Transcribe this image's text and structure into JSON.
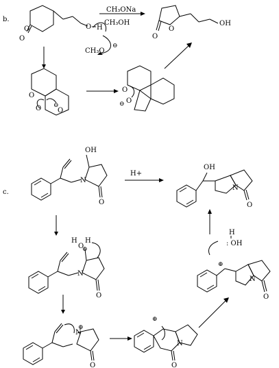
{
  "section_b": {
    "label": "b.",
    "reagent_top": "CH₃ONa",
    "reagent_bottom": "CH₃OH",
    "methoxide": "CH₃O",
    "charge_minus": "⊖",
    "atoms": {
      "O": "O",
      "OH": "OH",
      "H": "H"
    }
  },
  "section_c": {
    "label": "c.",
    "reagent": "H+",
    "water": ": OH",
    "water_h": "H",
    "charge_plus": "⊕",
    "atoms": {
      "N": "N",
      "O": "O",
      "OH": "OH",
      "H": "H"
    }
  }
}
